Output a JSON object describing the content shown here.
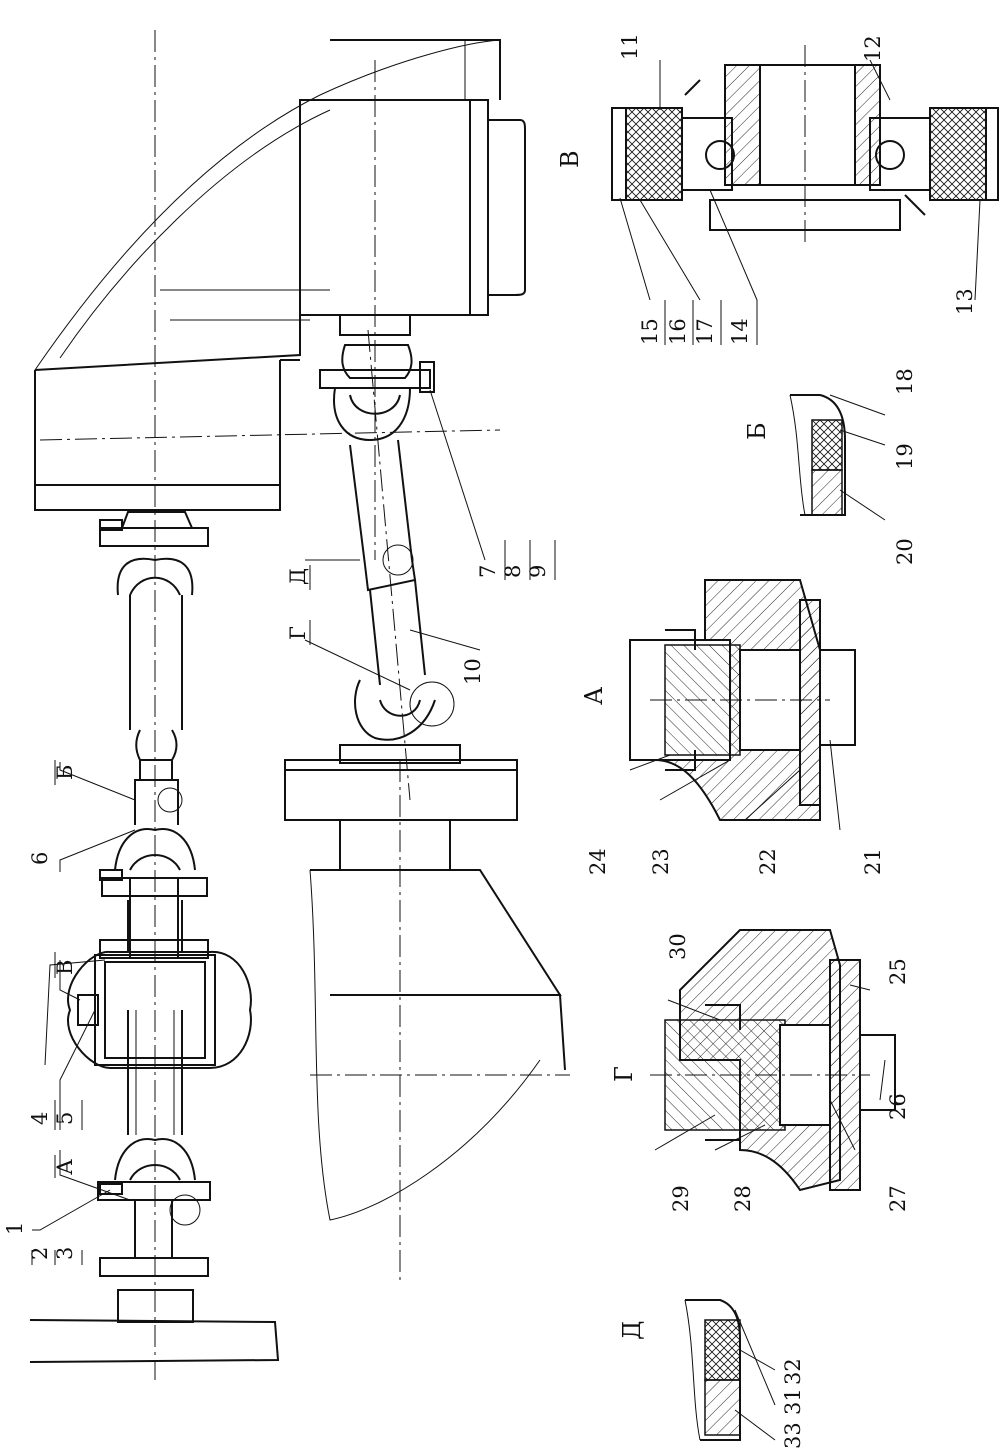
{
  "view_titles": {
    "A": "А",
    "B": "Б",
    "V": "В",
    "G": "Г",
    "D": "Д"
  },
  "callouts": {
    "p1": "1",
    "p2": "2",
    "p3": "3",
    "p4": "4",
    "p5": "5",
    "p6": "6",
    "p7": "7",
    "p8": "8",
    "p9": "9",
    "p10": "10",
    "p11": "11",
    "p12": "12",
    "p13": "13",
    "p14": "14",
    "p15": "15",
    "p16": "16",
    "p17": "17",
    "p18": "18",
    "p19": "19",
    "p20": "20",
    "p21": "21",
    "p22": "22",
    "p23": "23",
    "p24": "24",
    "p25": "25",
    "p26": "26",
    "p27": "27",
    "p28": "28",
    "p29": "29",
    "p30": "30",
    "p31": "31",
    "p32": "32",
    "p33": "33"
  },
  "detail_markers": {
    "A": "А",
    "B": "Б",
    "V": "В",
    "G": "Г",
    "D": "Д"
  }
}
